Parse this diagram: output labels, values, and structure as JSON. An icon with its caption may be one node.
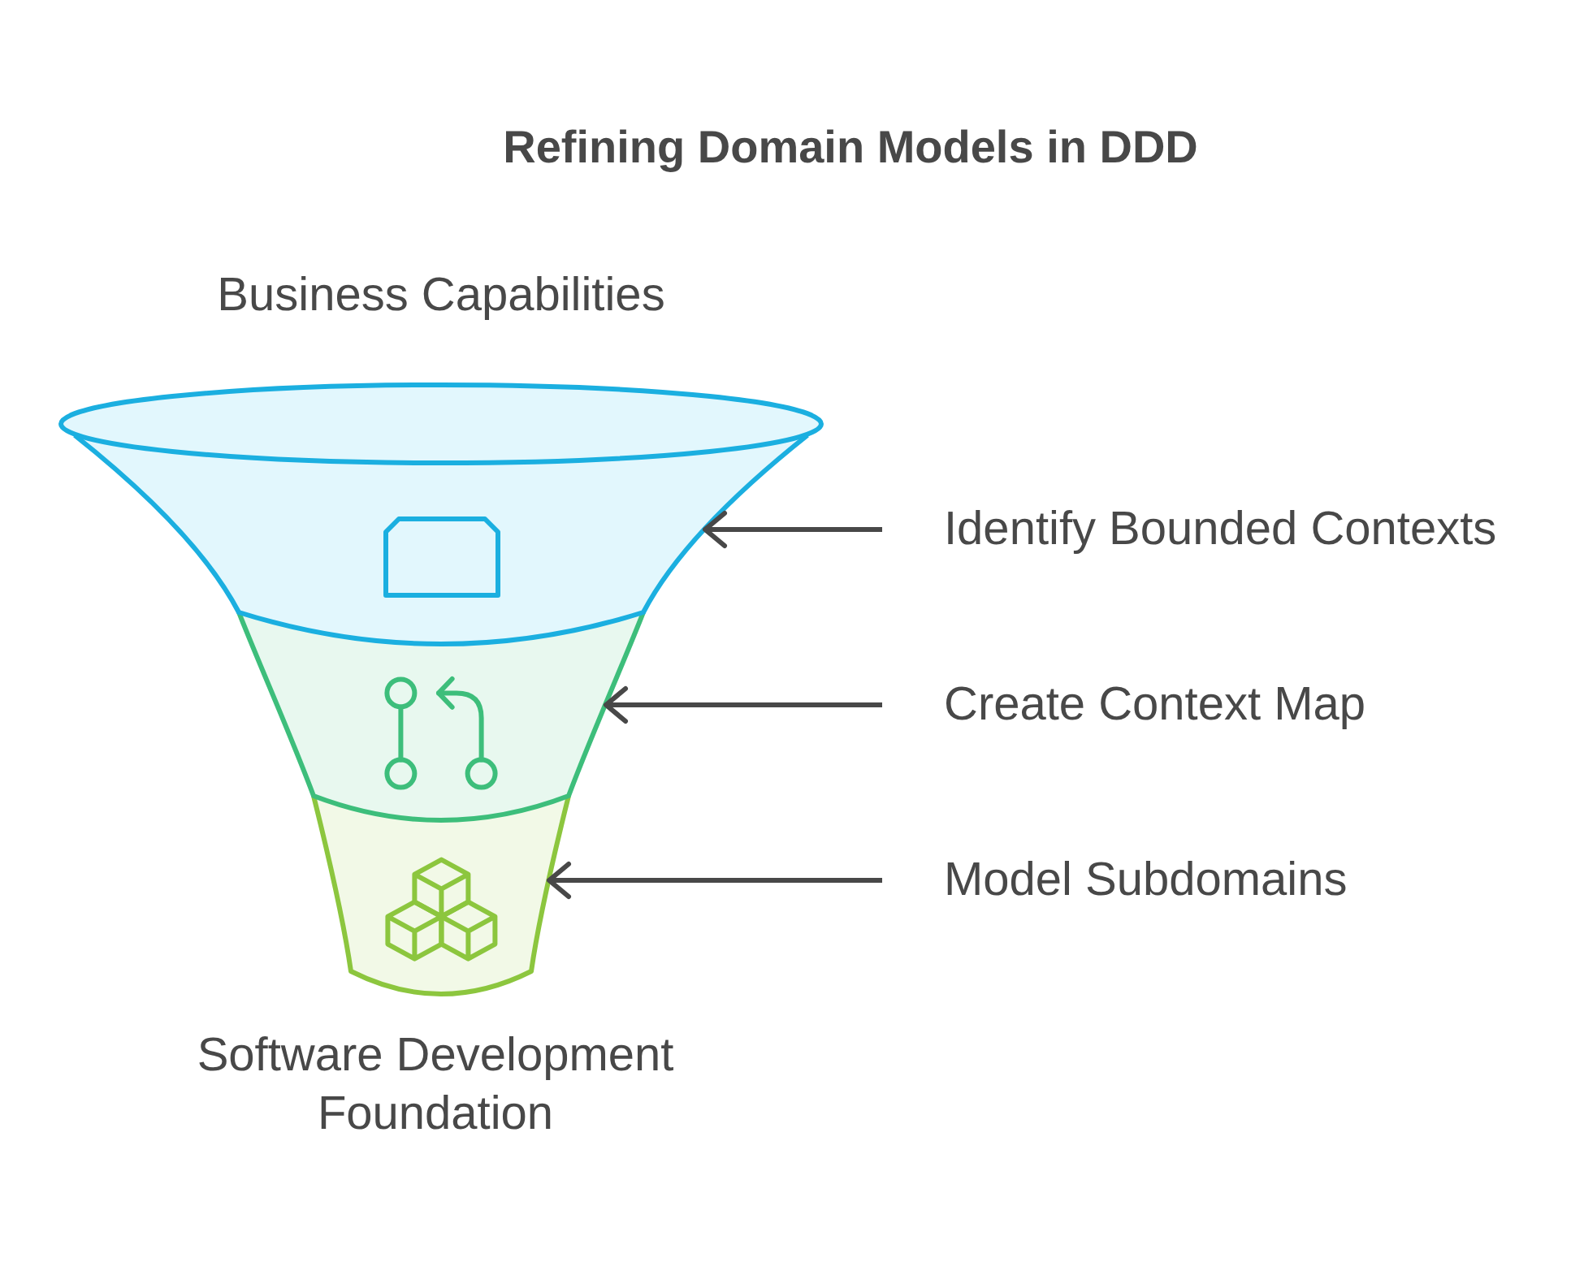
{
  "diagram": {
    "title": "Refining Domain Models in DDD",
    "nodes": [
      {
        "text": [],
        "shape": "band",
        "beside": [
          "Business Capabilities"
        ]
      },
      {
        "text": [],
        "shape": "band"
      },
      {
        "text": [],
        "shape": "band",
        "beside": [
          "Software Development Foundation"
        ]
      },
      {
        "text": [
          "Identify Bounded Contexts"
        ]
      },
      {
        "text": [
          "Create Context Map"
        ]
      },
      {
        "text": [
          "Model Subdomains"
        ]
      }
    ],
    "edges": [
      {
        "from": 3,
        "to": 0,
        "arrow": "to"
      },
      {
        "from": 4,
        "to": 1,
        "arrow": "to"
      },
      {
        "from": 5,
        "to": 2,
        "arrow": "to"
      }
    ]
  }
}
